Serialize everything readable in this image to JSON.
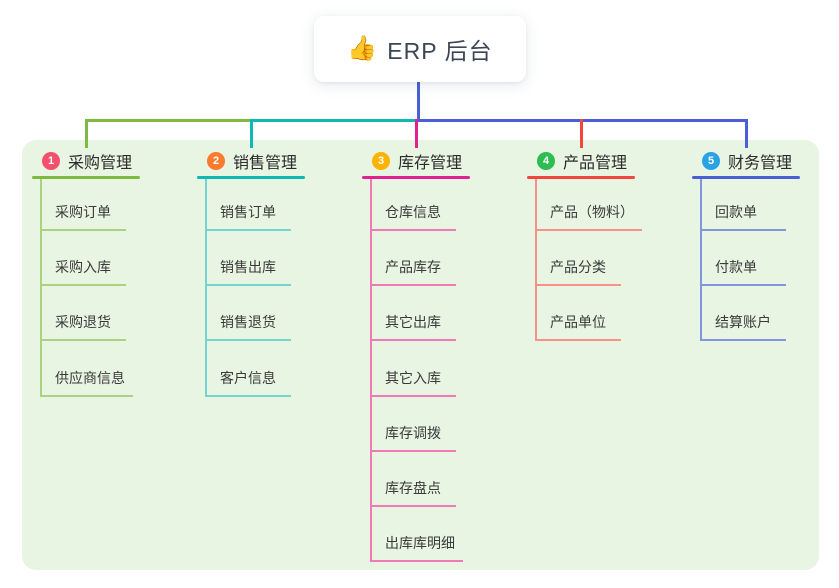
{
  "root": {
    "icon": "👍",
    "icon_name": "thumbs-up-icon",
    "label": "ERP 后台"
  },
  "colors": {
    "panel_bg": "#e8f5e3",
    "root_connector": "#4a5fd6"
  },
  "branches": [
    {
      "num": "1",
      "label": "采购管理",
      "badge_color": "#f4506b",
      "line_color": "#7eba40",
      "child_line_color": "#aad381",
      "children": [
        "采购订单",
        "采购入库",
        "采购退货",
        "供应商信息"
      ]
    },
    {
      "num": "2",
      "label": "销售管理",
      "badge_color": "#f97b2f",
      "line_color": "#0db9b2",
      "child_line_color": "#72d6cf",
      "children": [
        "销售订单",
        "销售出库",
        "销售退货",
        "客户信息"
      ]
    },
    {
      "num": "3",
      "label": "库存管理",
      "badge_color": "#ffb301",
      "line_color": "#e0218f",
      "child_line_color": "#f079b7",
      "children": [
        "仓库信息",
        "产品库存",
        "其它出库",
        "其它入库",
        "库存调拨",
        "库存盘点",
        "出库库明细"
      ]
    },
    {
      "num": "4",
      "label": "产品管理",
      "badge_color": "#2dbd52",
      "line_color": "#f4443e",
      "child_line_color": "#f89289",
      "children": [
        "产品（物料）",
        "产品分类",
        "产品单位"
      ]
    },
    {
      "num": "5",
      "label": "财务管理",
      "badge_color": "#29a3e6",
      "line_color": "#4a5fd6",
      "child_line_color": "#8296de",
      "children": [
        "回款单",
        "付款单",
        "结算账户"
      ]
    }
  ]
}
